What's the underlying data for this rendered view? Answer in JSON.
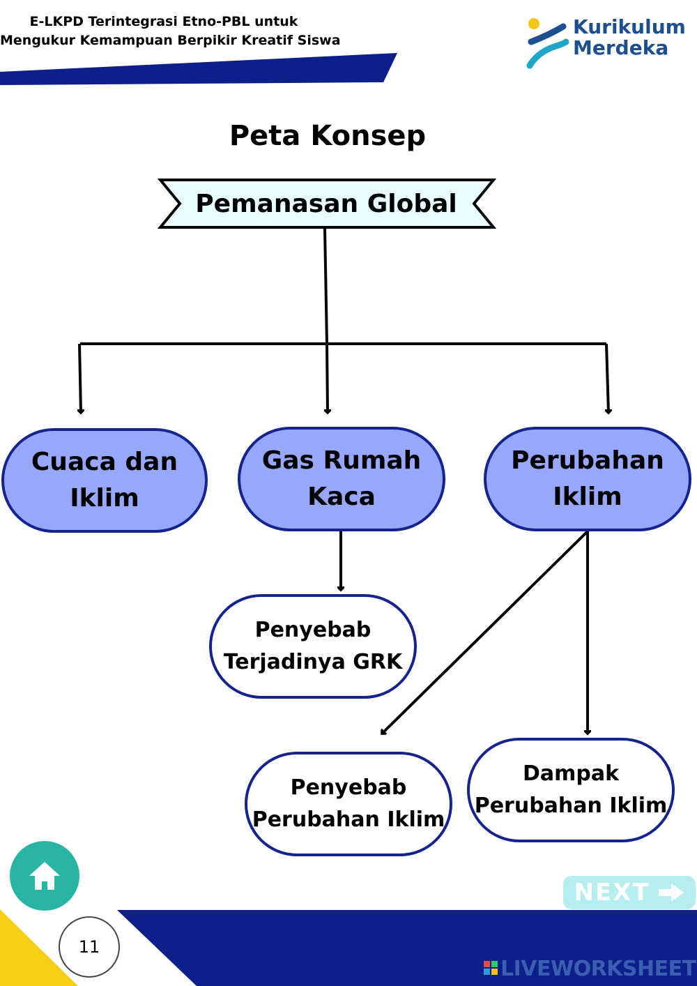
{
  "header": {
    "title_line1": "E-LKPD Terintegrasi Etno-PBL untuk",
    "title_line2": "Mengukur Kemampuan Berpikir Kreatif Siswa",
    "logo_line1": "Kurikulum",
    "logo_line2": "Merdeka"
  },
  "page_title": "Peta Konsep",
  "concept_map": {
    "root": "Pemanasan Global",
    "main_nodes": {
      "cuaca": [
        "Cuaca dan",
        "Iklim"
      ],
      "gas": [
        "Gas Rumah",
        "Kaca"
      ],
      "perubahan": [
        "Perubahan",
        "Iklim"
      ]
    },
    "sub_nodes": {
      "penyebab_grk": [
        "Penyebab",
        "Terjadinya GRK"
      ],
      "penyebab_perubahan": [
        "Penyebab",
        "Perubahan Iklim"
      ],
      "dampak_perubahan": [
        "Dampak",
        "Perubahan Iklim"
      ]
    }
  },
  "footer": {
    "page_number": "11",
    "next_label": "NEXT",
    "watermark": "LIVEWORKSHEETS"
  },
  "colors": {
    "navy": "#0d1f8a",
    "main_node_fill": "#97a8fb",
    "teal": "#28b5a4",
    "yellow": "#f7ce15"
  },
  "icons": [
    "home-icon",
    "arrow-right-icon",
    "kurikulum-merdeka-logo"
  ]
}
